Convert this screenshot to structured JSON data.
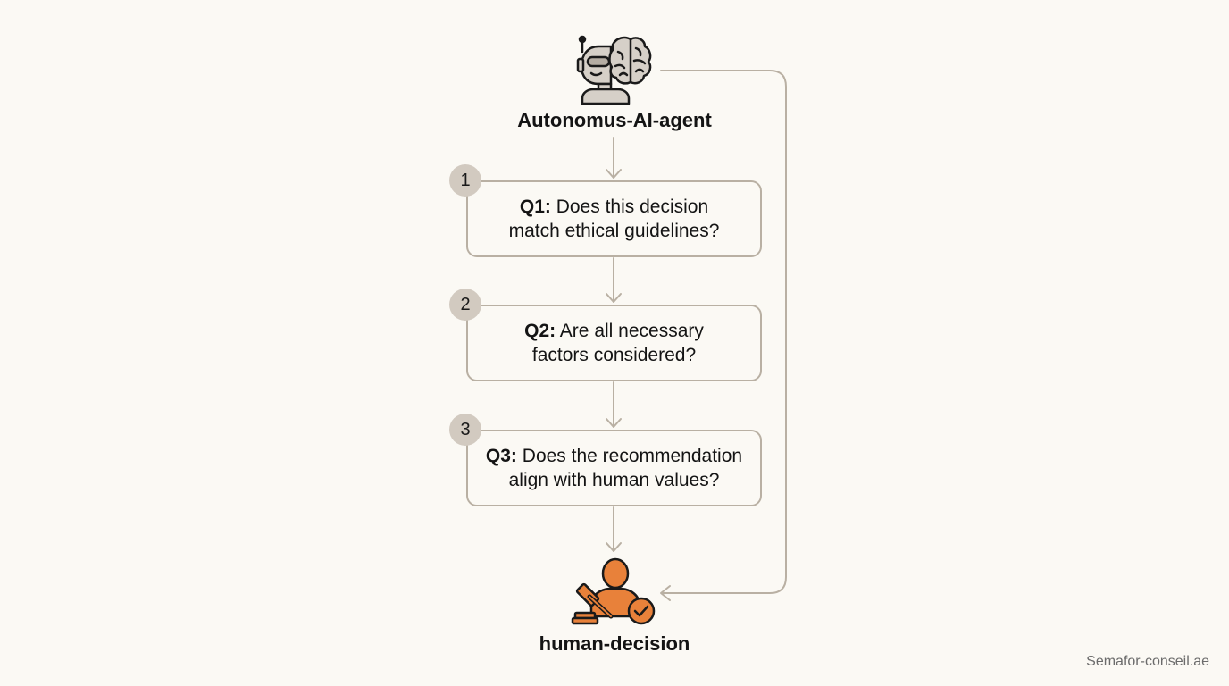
{
  "diagram": {
    "source_node": {
      "label": "Autonomus-AI-agent",
      "icon": "robot-brain-icon"
    },
    "target_node": {
      "label": "human-decision",
      "icon": "human-judge-gavel-check-icon"
    },
    "steps": [
      {
        "number": "1",
        "tag": "Q1:",
        "line1_rest": " Does this decision",
        "line2": "match ethical guidelines?"
      },
      {
        "number": "2",
        "tag": "Q2:",
        "line1_rest": " Are all necessary",
        "line2": "factors considered?"
      },
      {
        "number": "3",
        "tag": "Q3:",
        "line1_rest": " Does the recommendation",
        "line2": "align with human values?"
      }
    ]
  },
  "footer": {
    "watermark": "Semafor-conseil.ae"
  },
  "colors": {
    "background": "#fbf9f4",
    "connector": "#b9b0a3",
    "badge": "#d2cac0",
    "accent": "#e8813a",
    "icon_gray": "#d6d0c8",
    "text": "#141414"
  }
}
